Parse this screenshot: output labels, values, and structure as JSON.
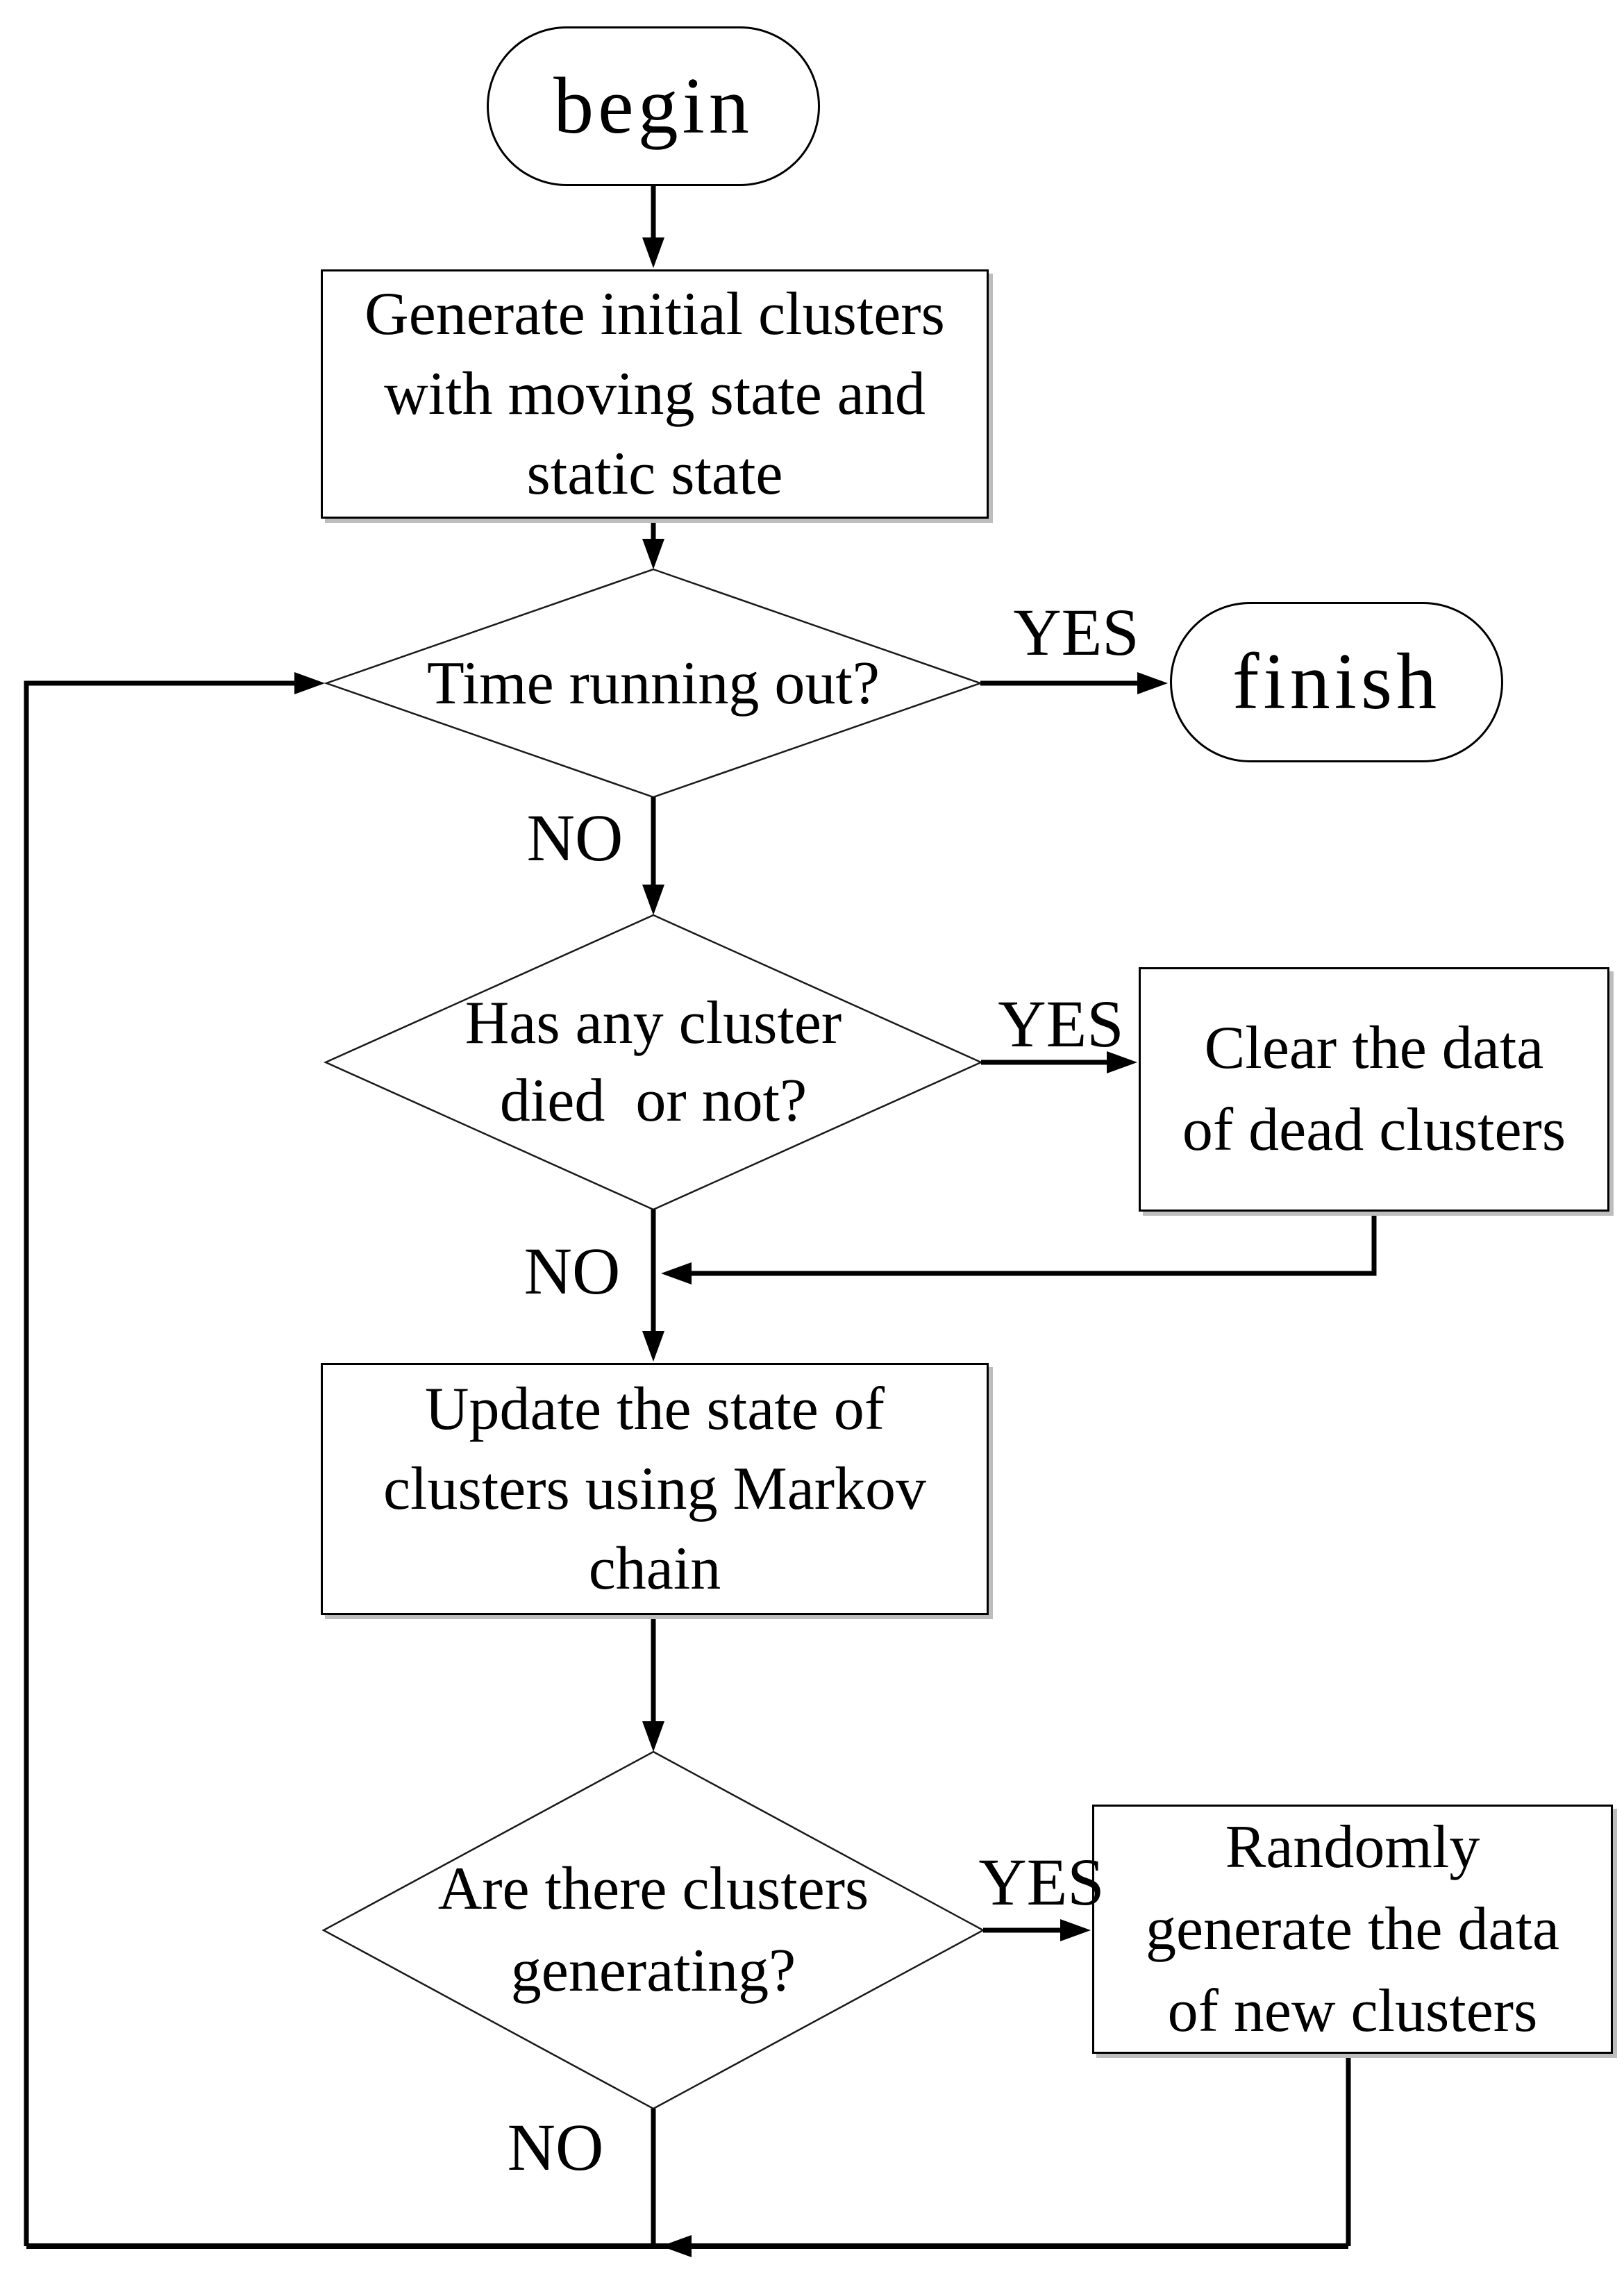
{
  "diagram": {
    "type": "flowchart",
    "background_color": "#ffffff",
    "stroke_color": "#000000",
    "shadow_color": "#bdbdbd",
    "nodes": {
      "begin": {
        "type": "terminator",
        "label": "begin"
      },
      "generate": {
        "type": "process",
        "label": "Generate initial clusters\nwith moving state and\nstatic state"
      },
      "time_check": {
        "type": "decision",
        "label": "Time running out?"
      },
      "finish": {
        "type": "terminator",
        "label": "finish"
      },
      "died_check": {
        "type": "decision",
        "label": "Has any cluster\ndied  or not?"
      },
      "clear": {
        "type": "process",
        "label": "Clear the data\nof dead clusters"
      },
      "update": {
        "type": "process",
        "label": "Update the state of\nclusters using Markov\nchain"
      },
      "generating_check": {
        "type": "decision",
        "label": "Are there clusters\ngenerating?"
      },
      "random": {
        "type": "process",
        "label": "Randomly\ngenerate the data\nof new clusters"
      }
    },
    "edge_labels": {
      "time_yes": "YES",
      "time_no": "NO",
      "died_yes": "YES",
      "died_no": "NO",
      "generating_yes": "YES",
      "generating_no": "NO"
    }
  }
}
